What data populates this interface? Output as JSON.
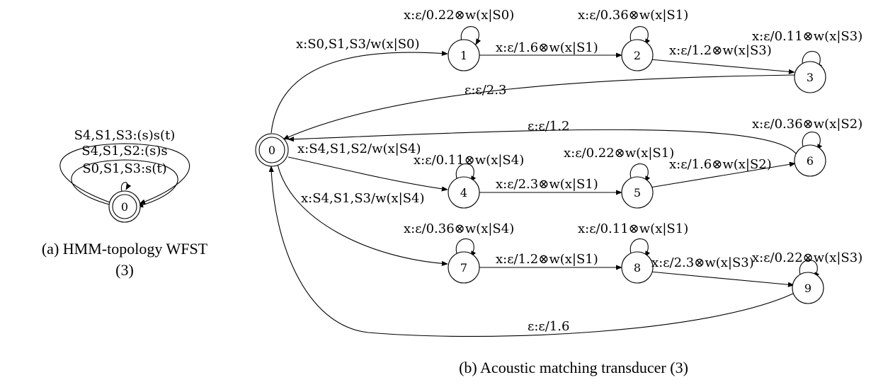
{
  "panel_a": {
    "caption_line1": "(a) HMM-topology WFST",
    "caption_line2": "(3)",
    "node_label": "0",
    "arc_labels": [
      "S4,S1,S3:(s)s(t)",
      "S4,S1,S2:(s)s",
      "S0,S1,S3:s(t)"
    ]
  },
  "panel_b": {
    "caption": "(b) Acoustic matching transducer (3)",
    "nodes": [
      "0",
      "1",
      "2",
      "3",
      "4",
      "5",
      "6",
      "7",
      "8",
      "9"
    ],
    "entry_arcs": {
      "to1": "x:S0,S1,S3/w(x|S0)",
      "to4a": "x:S4,S1,S2/w(x|S4)",
      "to4b": "x:S4,S1,S3/w(x|S4)"
    },
    "self_loops": {
      "n1": "x:ε/0.22⊗w(x|S0)",
      "n2": "x:ε/0.36⊗w(x|S1)",
      "n3": "x:ε/0.11⊗w(x|S3)",
      "n4": "x:ε/0.11⊗w(x|S4)",
      "n5": "x:ε/0.22⊗w(x|S1)",
      "n6": "x:ε/0.36⊗w(x|S2)",
      "n7": "x:ε/0.36⊗w(x|S4)",
      "n8": "x:ε/0.11⊗w(x|S1)",
      "n9": "x:ε/0.22⊗w(x|S3)"
    },
    "transitions": {
      "e12": "x:ε/1.6⊗w(x|S1)",
      "e23": "x:ε/1.2⊗w(x|S3)",
      "e45": "x:ε/2.3⊗w(x|S1)",
      "e56": "x:ε/1.6⊗w(x|S2)",
      "e78": "x:ε/1.2⊗w(x|S1)",
      "e89": "x:ε/2.3⊗w(x|S3)"
    },
    "return_arcs": {
      "r3": "ε:ε/2.3",
      "r6": "ε:ε/1.2",
      "r9": "ε:ε/1.6"
    }
  }
}
